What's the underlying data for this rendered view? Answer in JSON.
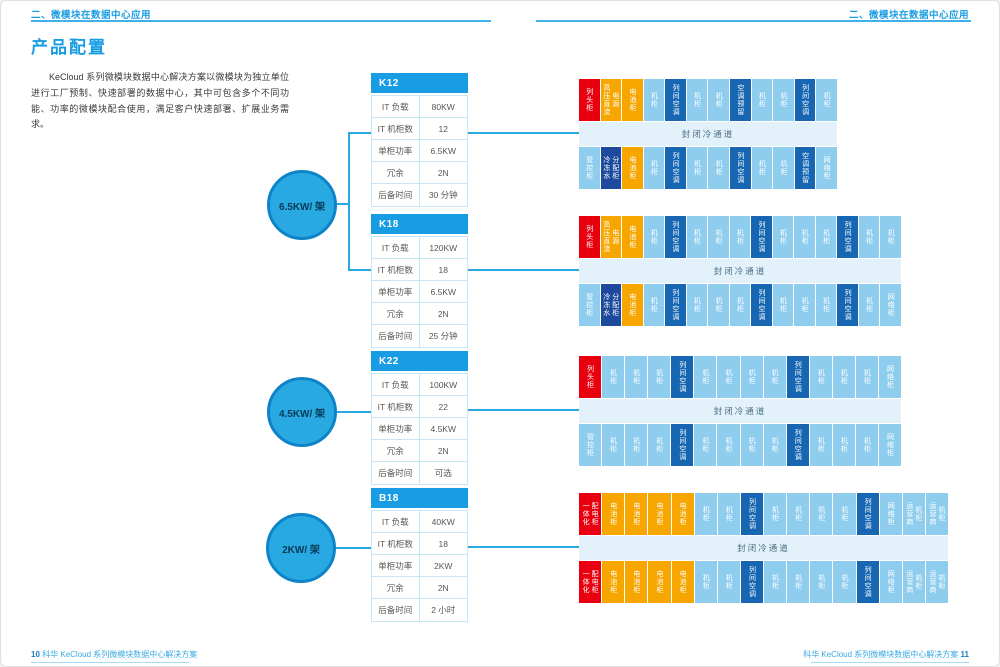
{
  "header": {
    "left": "二、微模块在数据中心应用",
    "right": "二、微模块在数据中心应用"
  },
  "title": "产品配置",
  "intro": "KeCloud 系列微模块数据中心解决方案以微模块为独立单位进行工厂预制、快速部署的数据中心，其中可包含多个不同功能、功率的微模块配合使用，满足客户快速部署、扩展业务需求。",
  "circles": [
    {
      "label": "6.5KW/ 架"
    },
    {
      "label": "4.5KW/ 架"
    },
    {
      "label": "2KW/ 架"
    }
  ],
  "spec_labels": [
    "IT 负载",
    "IT 机柜数",
    "单柜功率",
    "冗余",
    "后备时间"
  ],
  "modules": [
    {
      "name": "K12",
      "specs": [
        "80KW",
        "12",
        "6.5KW",
        "2N",
        "30 分钟"
      ],
      "aisle": "封闭冷通道",
      "rows": [
        [
          {
            "t": "列头柜",
            "c": "red"
          },
          {
            "t": "高压直流\n电源",
            "c": "orange"
          },
          {
            "t": "电池柜",
            "c": "orange"
          },
          {
            "t": "机柜",
            "c": "light_blue"
          },
          {
            "t": "列间空调",
            "c": "dark_blue"
          },
          {
            "t": "机柜",
            "c": "light_blue"
          },
          {
            "t": "机柜",
            "c": "light_blue"
          },
          {
            "t": "空调预留",
            "c": "dark_blue"
          },
          {
            "t": "机柜",
            "c": "light_blue"
          },
          {
            "t": "机柜",
            "c": "light_blue"
          },
          {
            "t": "列间空调",
            "c": "dark_blue"
          },
          {
            "t": "机柜",
            "c": "light_blue"
          }
        ],
        [
          {
            "t": "管控柜",
            "c": "light_blue"
          },
          {
            "t": "冷冻水\n分配柜",
            "c": "navy"
          },
          {
            "t": "电池柜",
            "c": "orange"
          },
          {
            "t": "机柜",
            "c": "light_blue"
          },
          {
            "t": "列间空调",
            "c": "dark_blue"
          },
          {
            "t": "机柜",
            "c": "light_blue"
          },
          {
            "t": "机柜",
            "c": "light_blue"
          },
          {
            "t": "列间空调",
            "c": "dark_blue"
          },
          {
            "t": "机柜",
            "c": "light_blue"
          },
          {
            "t": "机柜",
            "c": "light_blue"
          },
          {
            "t": "空调预留",
            "c": "dark_blue"
          },
          {
            "t": "网络柜",
            "c": "light_blue"
          }
        ]
      ]
    },
    {
      "name": "K18",
      "specs": [
        "120KW",
        "18",
        "6.5KW",
        "2N",
        "25 分钟"
      ],
      "aisle": "封闭冷通道",
      "rows": [
        [
          {
            "t": "列头柜",
            "c": "red"
          },
          {
            "t": "高压直流\n电源",
            "c": "orange"
          },
          {
            "t": "电池柜",
            "c": "orange"
          },
          {
            "t": "机柜",
            "c": "light_blue"
          },
          {
            "t": "列间空调",
            "c": "dark_blue"
          },
          {
            "t": "机柜",
            "c": "light_blue"
          },
          {
            "t": "机柜",
            "c": "light_blue"
          },
          {
            "t": "机柜",
            "c": "light_blue"
          },
          {
            "t": "列间空调",
            "c": "dark_blue"
          },
          {
            "t": "机柜",
            "c": "light_blue"
          },
          {
            "t": "机柜",
            "c": "light_blue"
          },
          {
            "t": "机柜",
            "c": "light_blue"
          },
          {
            "t": "列间空调",
            "c": "dark_blue"
          },
          {
            "t": "机柜",
            "c": "light_blue"
          },
          {
            "t": "机柜",
            "c": "light_blue"
          }
        ],
        [
          {
            "t": "管控柜",
            "c": "light_blue"
          },
          {
            "t": "冷冻水\n分配柜",
            "c": "navy"
          },
          {
            "t": "电池柜",
            "c": "orange"
          },
          {
            "t": "机柜",
            "c": "light_blue"
          },
          {
            "t": "列间空调",
            "c": "dark_blue"
          },
          {
            "t": "机柜",
            "c": "light_blue"
          },
          {
            "t": "机柜",
            "c": "light_blue"
          },
          {
            "t": "机柜",
            "c": "light_blue"
          },
          {
            "t": "列间空调",
            "c": "dark_blue"
          },
          {
            "t": "机柜",
            "c": "light_blue"
          },
          {
            "t": "机柜",
            "c": "light_blue"
          },
          {
            "t": "机柜",
            "c": "light_blue"
          },
          {
            "t": "列间空调",
            "c": "dark_blue"
          },
          {
            "t": "机柜",
            "c": "light_blue"
          },
          {
            "t": "网络柜",
            "c": "light_blue"
          }
        ]
      ]
    },
    {
      "name": "K22",
      "specs": [
        "100KW",
        "22",
        "4.5KW",
        "2N",
        "可选"
      ],
      "aisle": "封闭冷通道",
      "rows": [
        [
          {
            "t": "列头柜",
            "c": "red"
          },
          {
            "t": "机柜",
            "c": "light_blue"
          },
          {
            "t": "机柜",
            "c": "light_blue"
          },
          {
            "t": "机柜",
            "c": "light_blue"
          },
          {
            "t": "列间空调",
            "c": "dark_blue"
          },
          {
            "t": "机柜",
            "c": "light_blue"
          },
          {
            "t": "机柜",
            "c": "light_blue"
          },
          {
            "t": "机柜",
            "c": "light_blue"
          },
          {
            "t": "机柜",
            "c": "light_blue"
          },
          {
            "t": "列间空调",
            "c": "dark_blue"
          },
          {
            "t": "机柜",
            "c": "light_blue"
          },
          {
            "t": "机柜",
            "c": "light_blue"
          },
          {
            "t": "机柜",
            "c": "light_blue"
          },
          {
            "t": "网络柜",
            "c": "light_blue"
          }
        ],
        [
          {
            "t": "管控柜",
            "c": "light_blue"
          },
          {
            "t": "机柜",
            "c": "light_blue"
          },
          {
            "t": "机柜",
            "c": "light_blue"
          },
          {
            "t": "机柜",
            "c": "light_blue"
          },
          {
            "t": "列间空调",
            "c": "dark_blue"
          },
          {
            "t": "机柜",
            "c": "light_blue"
          },
          {
            "t": "机柜",
            "c": "light_blue"
          },
          {
            "t": "机柜",
            "c": "light_blue"
          },
          {
            "t": "机柜",
            "c": "light_blue"
          },
          {
            "t": "列间空调",
            "c": "dark_blue"
          },
          {
            "t": "机柜",
            "c": "light_blue"
          },
          {
            "t": "机柜",
            "c": "light_blue"
          },
          {
            "t": "机柜",
            "c": "light_blue"
          },
          {
            "t": "网络柜",
            "c": "light_blue"
          }
        ]
      ]
    },
    {
      "name": "B18",
      "specs": [
        "40KW",
        "18",
        "2KW",
        "2N",
        "2 小时"
      ],
      "aisle": "封闭冷通道",
      "rows": [
        [
          {
            "t": "一体化\n配电柜",
            "c": "red"
          },
          {
            "t": "电池柜",
            "c": "orange"
          },
          {
            "t": "电池柜",
            "c": "orange"
          },
          {
            "t": "电池柜",
            "c": "orange"
          },
          {
            "t": "电池柜",
            "c": "orange"
          },
          {
            "t": "机柜",
            "c": "light_blue"
          },
          {
            "t": "机柜",
            "c": "light_blue"
          },
          {
            "t": "列间空调",
            "c": "dark_blue"
          },
          {
            "t": "机柜",
            "c": "light_blue"
          },
          {
            "t": "机柜",
            "c": "light_blue"
          },
          {
            "t": "机柜",
            "c": "light_blue"
          },
          {
            "t": "机柜",
            "c": "light_blue"
          },
          {
            "t": "列间空调",
            "c": "dark_blue"
          },
          {
            "t": "网络柜",
            "c": "light_blue"
          },
          {
            "t": "运营商\n机柜",
            "c": "light_blue"
          },
          {
            "t": "运营商\n机柜",
            "c": "light_blue"
          }
        ],
        [
          {
            "t": "一体化\n配电柜",
            "c": "red"
          },
          {
            "t": "电池柜",
            "c": "orange"
          },
          {
            "t": "电池柜",
            "c": "orange"
          },
          {
            "t": "电池柜",
            "c": "orange"
          },
          {
            "t": "电池柜",
            "c": "orange"
          },
          {
            "t": "机柜",
            "c": "light_blue"
          },
          {
            "t": "机柜",
            "c": "light_blue"
          },
          {
            "t": "列间空调",
            "c": "dark_blue"
          },
          {
            "t": "机柜",
            "c": "light_blue"
          },
          {
            "t": "机柜",
            "c": "light_blue"
          },
          {
            "t": "机柜",
            "c": "light_blue"
          },
          {
            "t": "机柜",
            "c": "light_blue"
          },
          {
            "t": "列间空调",
            "c": "dark_blue"
          },
          {
            "t": "网络柜",
            "c": "light_blue"
          },
          {
            "t": "运营商\n机柜",
            "c": "light_blue"
          },
          {
            "t": "运营商\n机柜",
            "c": "light_blue"
          }
        ]
      ]
    }
  ],
  "footer": {
    "left_page": "10",
    "left_text": "科华 KeCloud 系列微模块数据中心解决方案",
    "right_text": "科华 KeCloud 系列微模块数据中心解决方案",
    "right_page": "11"
  },
  "colors": {
    "accent": "#29a9e1",
    "table_header": "#189de4",
    "red": "#e8000f",
    "orange": "#f7a600",
    "dark_blue": "#1766b2",
    "navy": "#1d4a9c",
    "light_blue": "#8ecdee",
    "aisle_bg": "#e3f1fb"
  }
}
